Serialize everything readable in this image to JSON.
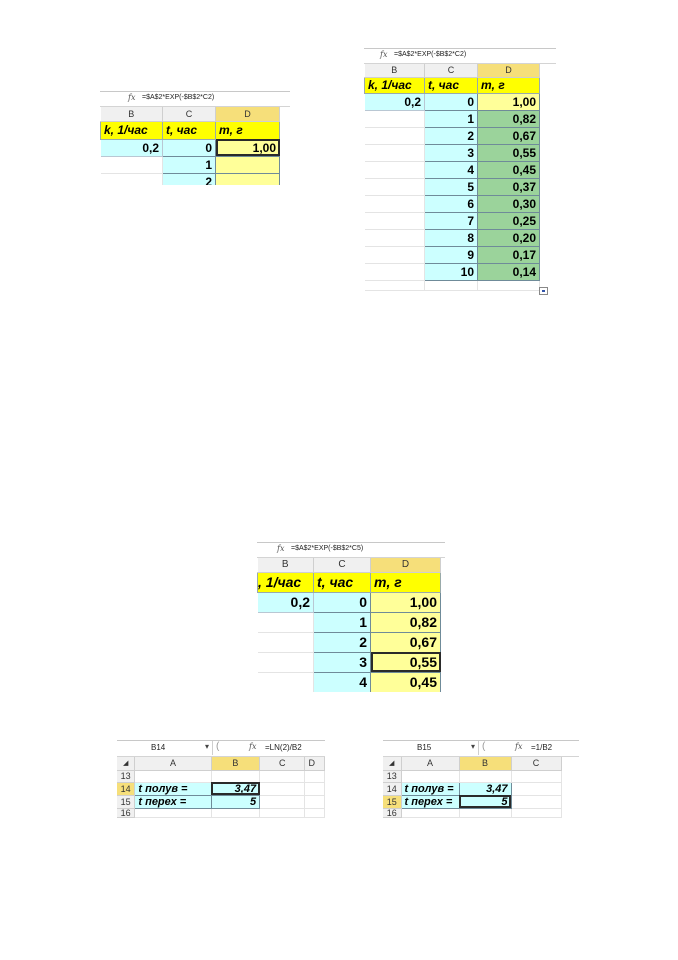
{
  "fx_icon": "fx",
  "shot1": {
    "formula": "=$A$2*EXP(-$B$2*C2)",
    "cols": [
      "B",
      "C",
      "D"
    ],
    "labels": [
      "k, 1/час",
      "t, час",
      "m, г"
    ],
    "k": "0,2",
    "t": [
      "0",
      "1",
      "2"
    ],
    "m": [
      "1,00"
    ]
  },
  "shot2": {
    "formula": "=$A$2*EXP(-$B$2*C2)",
    "cols": [
      "B",
      "C",
      "D"
    ],
    "labels": [
      "k, 1/час",
      "t, час",
      "m, г"
    ],
    "k": "0,2",
    "t": [
      "0",
      "1",
      "2",
      "3",
      "4",
      "5",
      "6",
      "7",
      "8",
      "9",
      "10"
    ],
    "m": [
      "1,00",
      "0,82",
      "0,67",
      "0,55",
      "0,45",
      "0,37",
      "0,30",
      "0,25",
      "0,20",
      "0,17",
      "0,14"
    ]
  },
  "shot3": {
    "formula": "=$A$2*EXP(-$B$2*C5)",
    "cols": [
      "B",
      "C",
      "D"
    ],
    "labels": [
      ", 1/час",
      "t, час",
      "m, г"
    ],
    "k": "0,2",
    "t": [
      "0",
      "1",
      "2",
      "3",
      "4"
    ],
    "m": [
      "1,00",
      "0,82",
      "0,67",
      "0,55",
      "0,45"
    ]
  },
  "shot4": {
    "namebox": "B14",
    "formula": "=LN(2)/B2",
    "cols": [
      "A",
      "B",
      "C",
      "D"
    ],
    "rows": [
      "13",
      "14",
      "15",
      "16"
    ],
    "label1": "t полув =",
    "label2": "t перех =",
    "val1": "3,47",
    "val2": "5"
  },
  "shot5": {
    "namebox": "B15",
    "formula": "=1/B2",
    "cols": [
      "A",
      "B",
      "C"
    ],
    "rows": [
      "13",
      "14",
      "15",
      "16"
    ],
    "label1": "t полув =",
    "label2": "t перех =",
    "val1": "3,47",
    "val2": "5"
  }
}
